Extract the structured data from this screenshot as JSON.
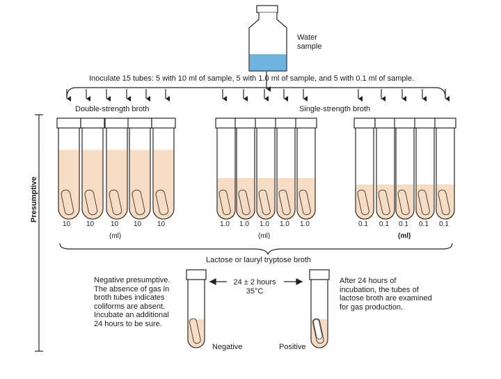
{
  "water_sample": {
    "line1": "Water",
    "line2": "sample"
  },
  "inoculate_text": "Inoculate 15 tubes:  5 with 10 ml of sample, 5 with 1.0 ml of sample, and 5 with 0.1 ml of sample.",
  "double_strength": "Double-strength broth",
  "single_strength": "Single-strength broth",
  "side_label": "Presumptive",
  "groups": [
    {
      "tube_labels": [
        "10",
        "10",
        "10",
        "10",
        "10"
      ],
      "unit": "(ml)",
      "fill_level": 0.76
    },
    {
      "tube_labels": [
        "1.0",
        "1.0",
        "1.0",
        "1.0",
        "1.0"
      ],
      "unit": "(ml)",
      "fill_level": 0.45
    },
    {
      "tube_labels": [
        "0.1",
        "0.1",
        "0.1",
        "0.1",
        "0.1"
      ],
      "unit": "(ml)",
      "fill_level": 0.38
    }
  ],
  "broth_label": "Lactose or lauryl tryptose broth",
  "negative_text": [
    "Negative presumptive.",
    "The absence of gas in",
    "broth tubes indicates",
    "coliforms are absent.",
    "Incubate an additional",
    "24 hours to be sure."
  ],
  "incubation": {
    "line1": "24 ± 2 hours",
    "line2": "35°C"
  },
  "positive_text": [
    "After 24 hours of",
    "incubation, the tubes of",
    "lactose broth are examined",
    "for gas production."
  ],
  "negative_label": "Negative",
  "positive_label": "Positive",
  "colors": {
    "broth": "#f6dcc4",
    "water": "#6fb3e3",
    "line": "#222222"
  }
}
